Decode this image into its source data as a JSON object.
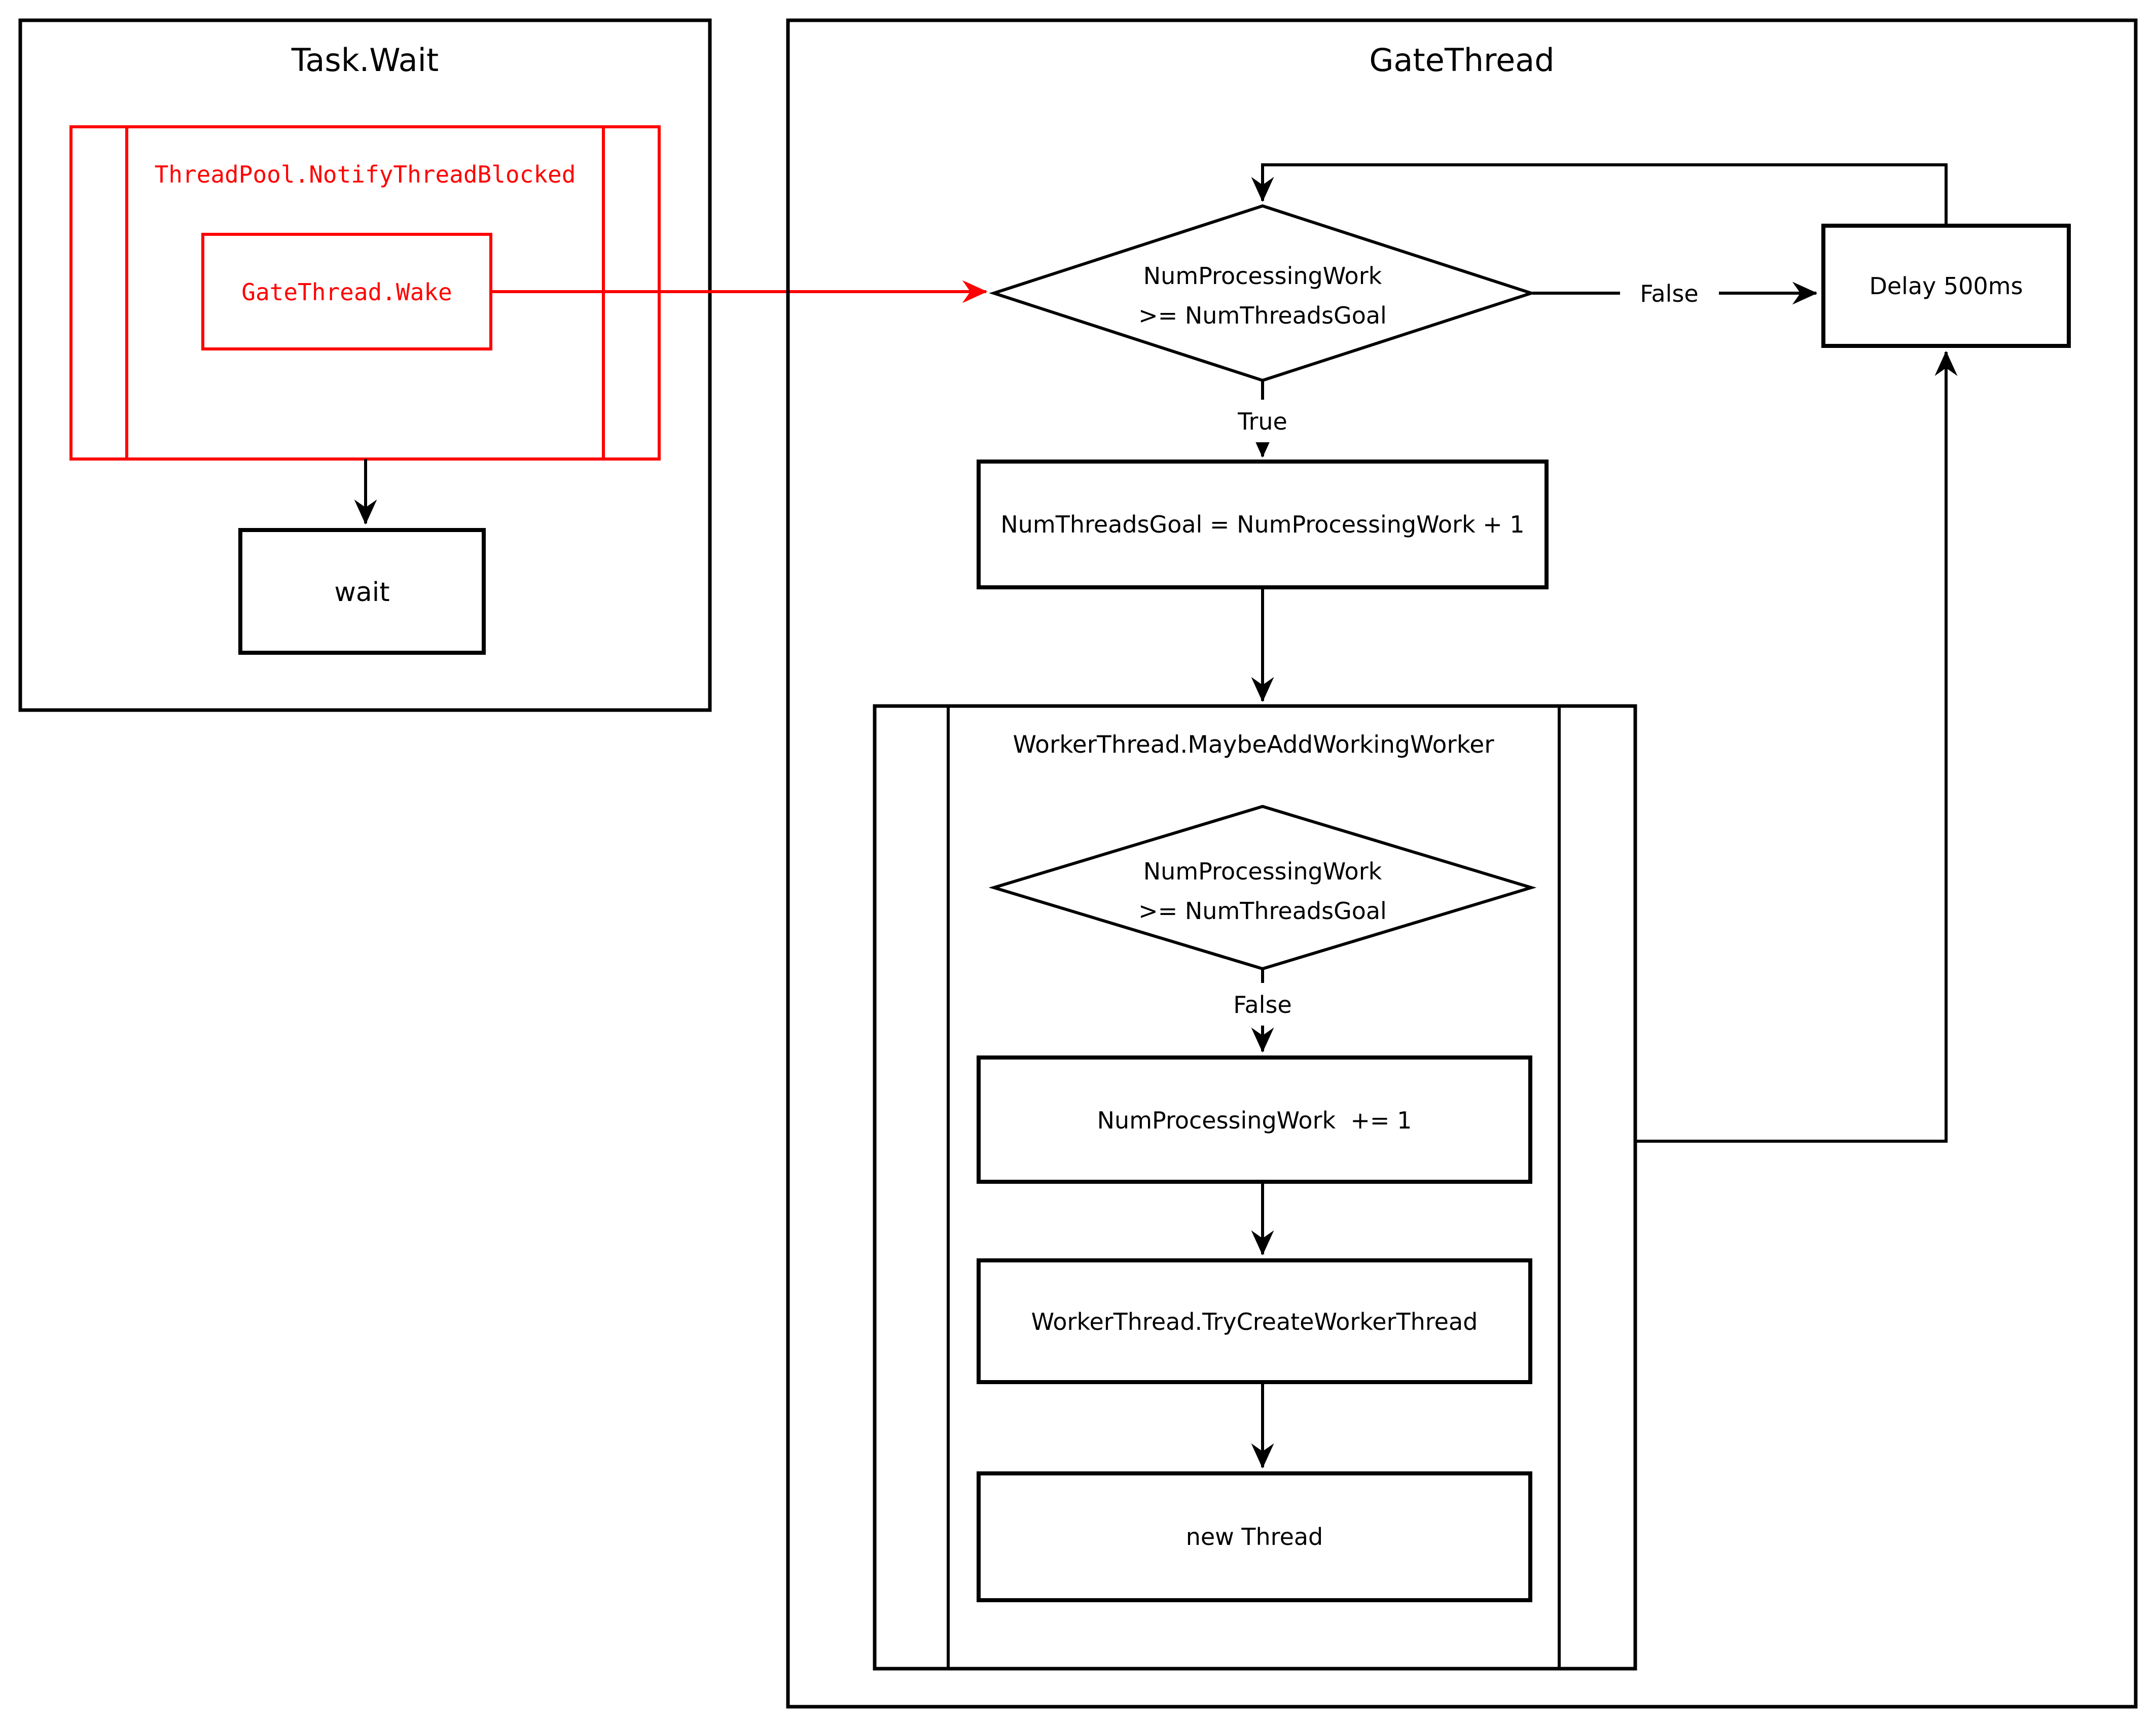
{
  "colors": {
    "accent_red": "#ff0000",
    "stroke_black": "#000000",
    "background": "#ffffff"
  },
  "task_wait": {
    "title": "Task.Wait",
    "notify_blocked_label": "ThreadPool.NotifyThreadBlocked",
    "wake_label": "GateThread.Wake",
    "wait_label": "wait"
  },
  "gate_thread": {
    "title": "GateThread",
    "decision": {
      "line1": "NumProcessingWork",
      "line2": ">= NumThreadsGoal"
    },
    "edge_false": "False",
    "edge_true": "True",
    "delay_label": "Delay 500ms",
    "set_goal_label": "NumThreadsGoal = NumProcessingWork + 1",
    "maybe_add": {
      "title": "WorkerThread.MaybeAddWorkingWorker",
      "decision": {
        "line1": "NumProcessingWork",
        "line2": ">= NumThreadsGoal"
      },
      "edge_false": "False",
      "increment_label": "NumProcessingWork  += 1",
      "try_create_label": "WorkerThread.TryCreateWorkerThread",
      "new_thread_label": "new Thread"
    }
  }
}
